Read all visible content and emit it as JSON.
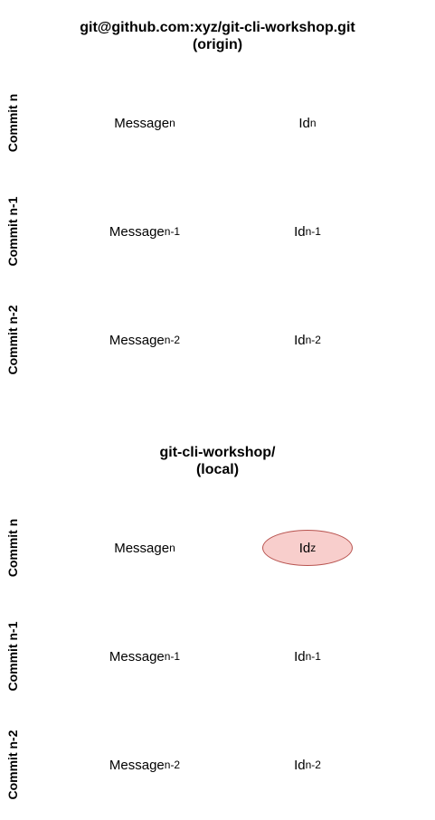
{
  "origin": {
    "title_line1": "git@github.com:xyz/git-cli-workshop.git",
    "title_line2": "(origin)",
    "commits": [
      {
        "label": "Commit n",
        "message": "Message",
        "message_sub": "n",
        "id": "Id",
        "id_sub": "n"
      },
      {
        "label": "Commit n-1",
        "message": "Message",
        "message_sub": "n-1",
        "id": "Id",
        "id_sub": "n-1"
      },
      {
        "label": "Commit n-2",
        "message": "Message",
        "message_sub": "n-2",
        "id": "Id",
        "id_sub": "n-2"
      }
    ]
  },
  "local": {
    "title_line1": "git-cli-workshop/",
    "title_line2": "(local)",
    "commits": [
      {
        "label": "Commit n",
        "message": "Message",
        "message_sub": "n",
        "id": "Id",
        "id_sub": "z",
        "highlighted": true
      },
      {
        "label": "Commit n-1",
        "message": "Message",
        "message_sub": "n-1",
        "id": "Id",
        "id_sub": "n-1"
      },
      {
        "label": "Commit n-2",
        "message": "Message",
        "message_sub": "n-2",
        "id": "Id",
        "id_sub": "n-2"
      }
    ]
  },
  "colors": {
    "highlight_fill": "#f8cecc",
    "highlight_stroke": "#b85450"
  }
}
